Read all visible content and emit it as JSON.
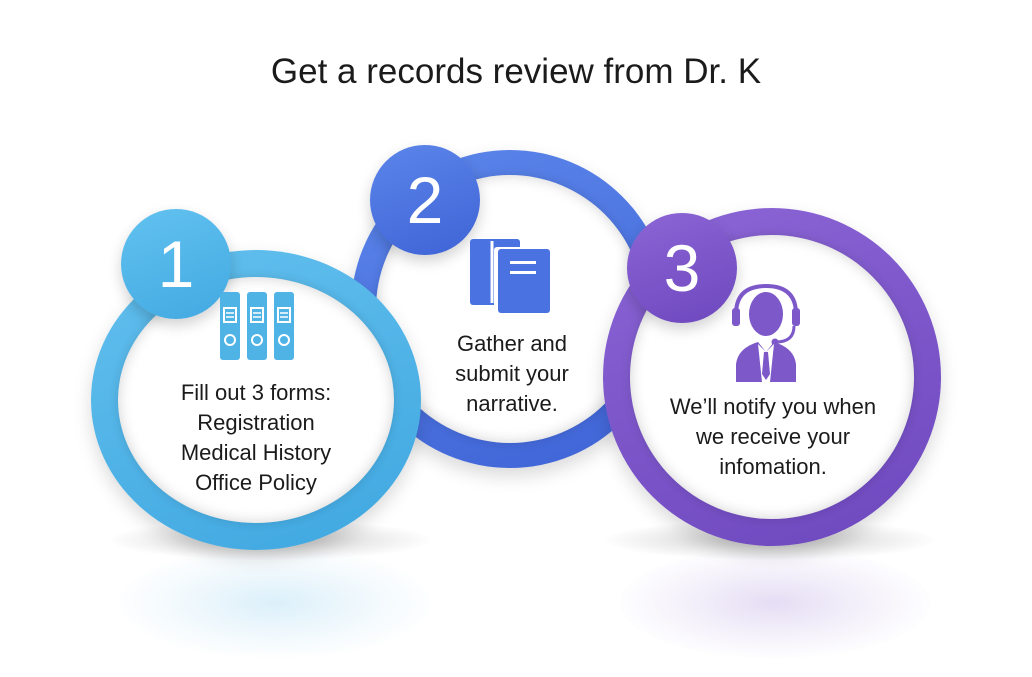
{
  "title": "Get a records review from Dr. K",
  "steps": [
    {
      "number": "1",
      "color": "#4fb3e6",
      "lines": [
        "Fill out 3 forms:",
        "Registration",
        "Medical History",
        "Office Policy"
      ],
      "icon": "binders-icon"
    },
    {
      "number": "2",
      "color": "#4a72e0",
      "lines": [
        "Gather and",
        "submit your",
        "narrative."
      ],
      "icon": "books-icon"
    },
    {
      "number": "3",
      "color": "#7d58c9",
      "lines": [
        "We’ll notify you when",
        "we receive your",
        "infomation."
      ],
      "icon": "support-agent-icon"
    }
  ]
}
